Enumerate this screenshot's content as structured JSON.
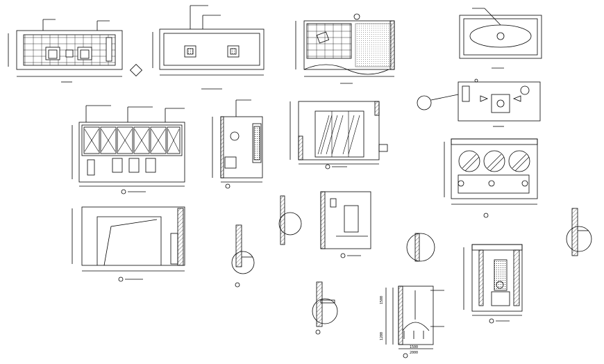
{
  "sheet": {
    "title": "",
    "ink_color": "#000000",
    "paper_color": "#ffffff",
    "accent_hatch": "#444444",
    "scale_text": "1500",
    "dimension_left": "1500",
    "dimension_mid": "2000",
    "dimension_lower": "1200"
  },
  "drawings": [
    {
      "name": "elevation-a-wall-with-chairs"
    },
    {
      "name": "elevation-b-wall-with-frames"
    },
    {
      "name": "plan-room-layout"
    },
    {
      "name": "ceiling-plan-oval"
    },
    {
      "name": "ceiling-plan-fixtures"
    },
    {
      "name": "elevation-wine-rack"
    },
    {
      "name": "section-side-panel"
    },
    {
      "name": "elevation-glass-door"
    },
    {
      "name": "elevation-round-windows"
    },
    {
      "name": "elevation-doorway-frame"
    },
    {
      "name": "detail-corner-1"
    },
    {
      "name": "detail-wall-fixture"
    },
    {
      "name": "detail-corner-2"
    },
    {
      "name": "section-chandelier"
    },
    {
      "name": "detail-shelf"
    },
    {
      "name": "elevation-fireplace"
    },
    {
      "name": "detail-corner-3"
    }
  ]
}
